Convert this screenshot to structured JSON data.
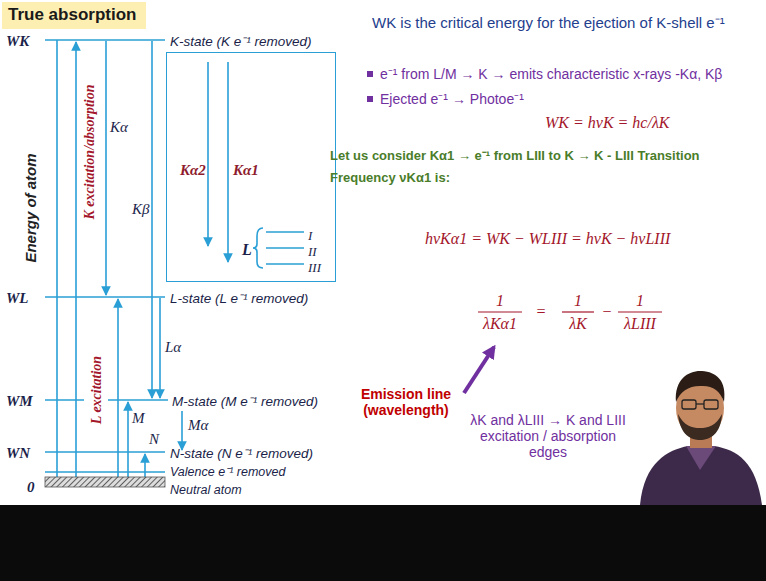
{
  "diagram": {
    "title": "True absorption",
    "nodes": [
      {
        "text": [
          "Kα2",
          "Kα1",
          "L",
          "I",
          "II",
          "III"
        ]
      }
    ],
    "labels": [
      "WK",
      "WL",
      "WM",
      "WN",
      "0",
      "Energy of atom",
      "K excitation/absorption",
      "L excitation",
      "Kα",
      "Kβ",
      "M",
      "N",
      "Lα",
      "Mα",
      "K-state (K e⁻¹ removed)",
      "L-state (L e⁻¹ removed)",
      "M-state (M e⁻¹ removed)",
      "N-state (N e⁻¹ removed)",
      "Valence e⁻¹ removed",
      "Neutral atom",
      "WK is the critical energy for the ejection of K-shell e⁻¹",
      "e⁻¹ from L/M → K → emits characteristic x-rays -Kα, Kβ",
      "Ejected e⁻¹ → Photoe⁻¹",
      "WK = hνK = hc/λK",
      "Let us consider Kα1 → e⁻¹ from LIII to K → K - LIII Transition",
      "Frequency νKα1 is:",
      "hνKα1 = WK − WLIII = hνK − hνLIII",
      "1",
      "λKα1",
      "=",
      "1",
      "λK",
      "−",
      "1",
      "λLIII",
      "Emission line (wavelength)",
      "λK and λLIII → K and LIII excitation / absorption edges"
    ]
  }
}
